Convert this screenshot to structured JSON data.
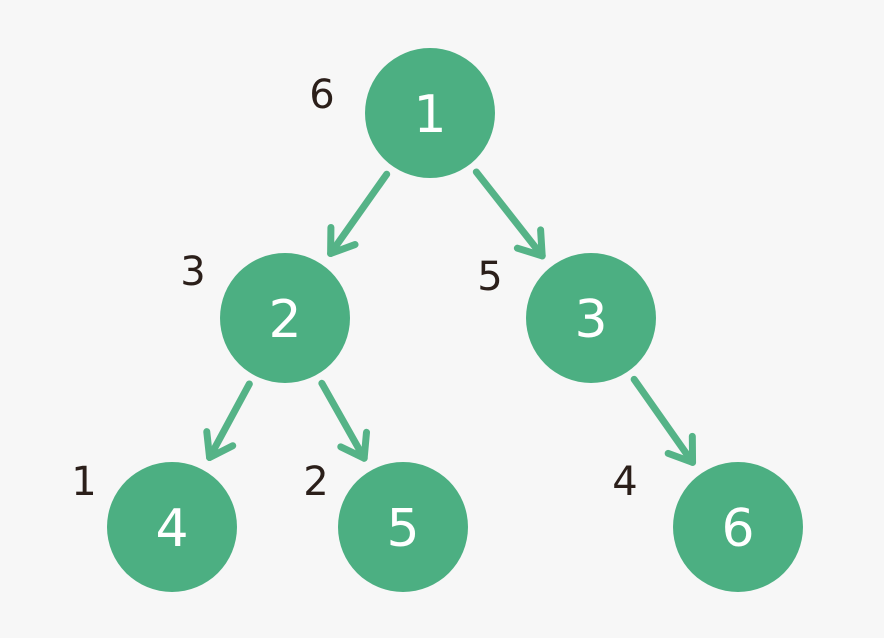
{
  "diagram": {
    "colors": {
      "node_fill": "#4caf82",
      "node_text": "#ffffff",
      "edge": "#55b387",
      "order_text": "#2b1f1a",
      "background": "#f7f7f7"
    },
    "nodes": [
      {
        "id": "n1",
        "label": "1",
        "order": "6"
      },
      {
        "id": "n2",
        "label": "2",
        "order": "3"
      },
      {
        "id": "n3",
        "label": "3",
        "order": "5"
      },
      {
        "id": "n4",
        "label": "4",
        "order": "1"
      },
      {
        "id": "n5",
        "label": "5",
        "order": "2"
      },
      {
        "id": "n6",
        "label": "6",
        "order": "4"
      }
    ],
    "edges": [
      {
        "from": "n1",
        "to": "n2"
      },
      {
        "from": "n1",
        "to": "n3"
      },
      {
        "from": "n2",
        "to": "n4"
      },
      {
        "from": "n2",
        "to": "n5"
      },
      {
        "from": "n3",
        "to": "n6"
      }
    ]
  }
}
